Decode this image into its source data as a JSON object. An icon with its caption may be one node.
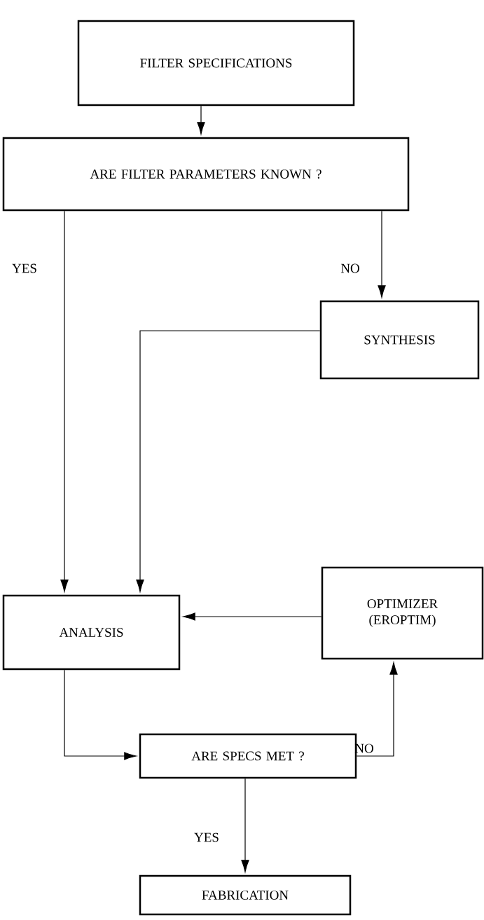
{
  "diagram": {
    "nodes": [
      {
        "text": [
          "FILTER SPECIFICATIONS"
        ]
      },
      {
        "text": [
          "ARE FILTER PARAMETERS KNOWN ?"
        ]
      },
      {
        "text": [
          "SYNTHESIS"
        ]
      },
      {
        "text": [
          "ANALYSIS"
        ]
      },
      {
        "text": [
          "OPTIMIZER (EROPTIM)"
        ]
      },
      {
        "text": [
          "ARE SPECS MET ?"
        ]
      },
      {
        "text": [
          "FABRICATION"
        ]
      }
    ],
    "edges": [
      {
        "from": 0,
        "to": 1,
        "arrow": "to"
      },
      {
        "from": 1,
        "to": 3,
        "arrow": "to",
        "label": "YES"
      },
      {
        "from": 1,
        "to": 2,
        "arrow": "to",
        "label": "NO"
      },
      {
        "from": 2,
        "to": 3,
        "arrow": "to"
      },
      {
        "from": 4,
        "to": 3,
        "arrow": "to"
      },
      {
        "from": 3,
        "to": 5,
        "arrow": "to"
      },
      {
        "from": 5,
        "to": 4,
        "arrow": "to",
        "label": "NO"
      },
      {
        "from": 5,
        "to": 6,
        "arrow": "to",
        "label": "YES"
      }
    ]
  }
}
